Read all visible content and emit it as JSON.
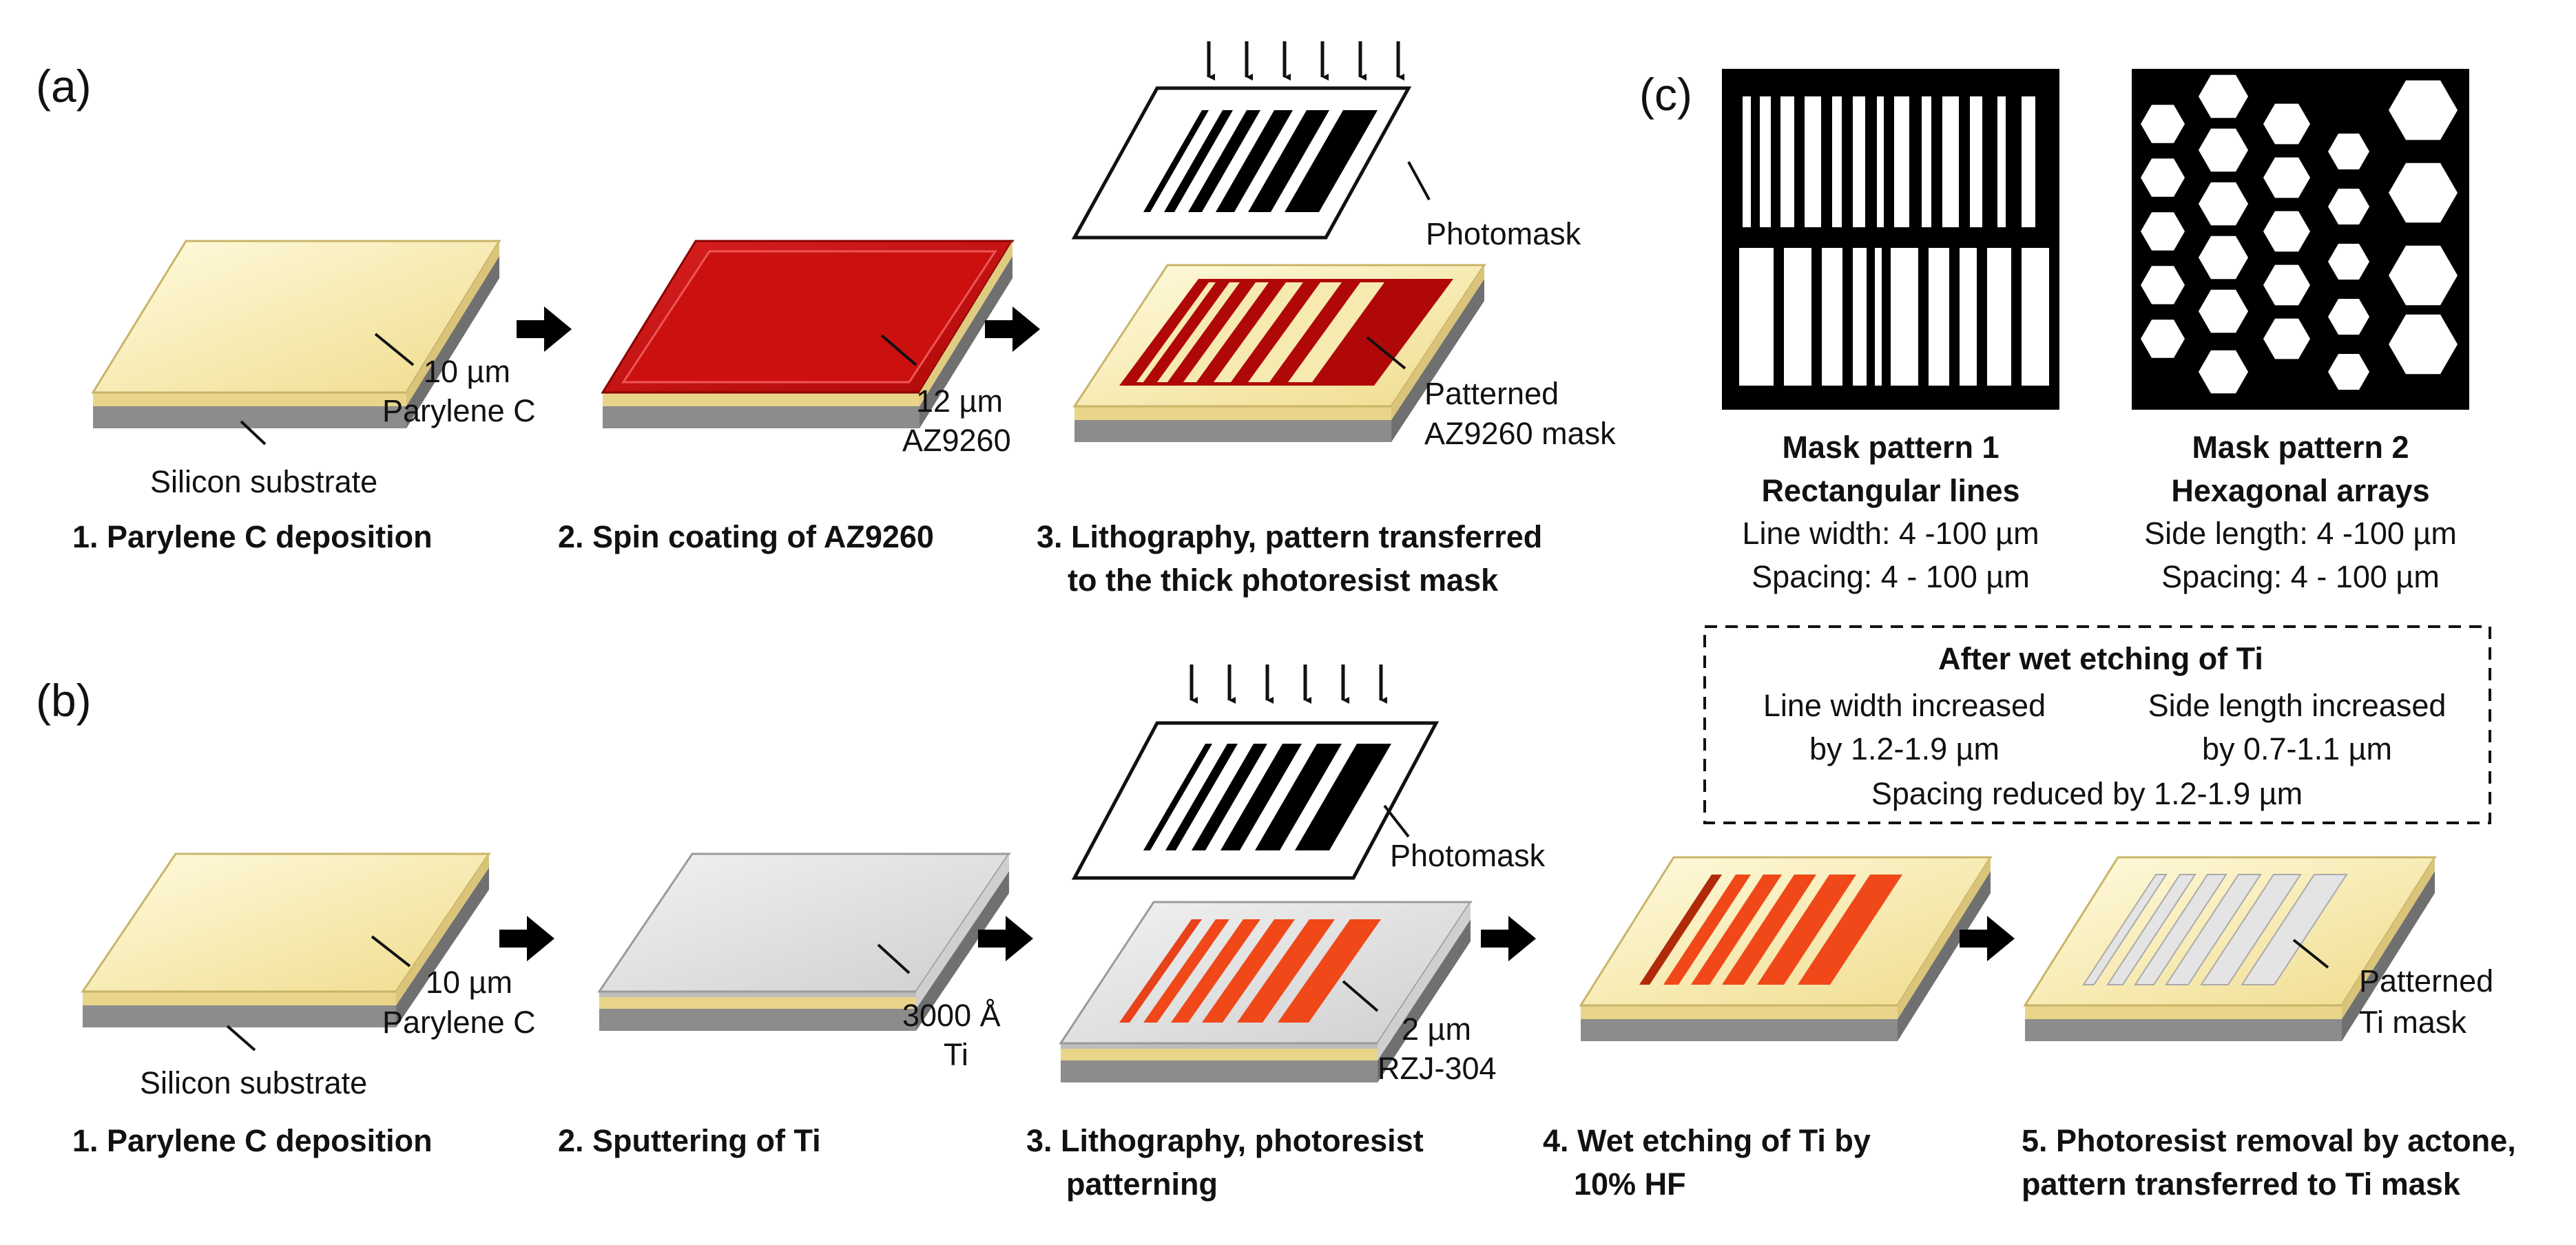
{
  "panels": {
    "a": "(a)",
    "b": "(b)",
    "c": "(c)"
  },
  "a": {
    "step1": {
      "caption": "1. Parylene C deposition",
      "layer_label": [
        "10 µm",
        "Parylene C"
      ],
      "substrate_label": "Silicon substrate"
    },
    "step2": {
      "caption": "2. Spin coating of AZ9260",
      "layer_label": [
        "12 µm",
        "AZ9260"
      ]
    },
    "step3": {
      "caption": [
        "3. Lithography, pattern transferred",
        "to the thick photoresist mask"
      ],
      "photomask_label": "Photomask",
      "mask_label": [
        "Patterned",
        "AZ9260 mask"
      ]
    }
  },
  "b": {
    "step1": {
      "caption": "1. Parylene C deposition",
      "layer_label": [
        "10 µm",
        "Parylene C"
      ],
      "substrate_label": "Silicon substrate"
    },
    "step2": {
      "caption": "2. Sputtering of Ti",
      "layer_label": [
        "3000 Å",
        "Ti"
      ]
    },
    "step3": {
      "caption": [
        "3. Lithography, photoresist",
        "patterning"
      ],
      "photomask_label": "Photomask",
      "resist_label": [
        "2 µm",
        "RZJ-304"
      ]
    },
    "step4": {
      "caption": [
        "4. Wet etching of Ti by",
        "10% HF"
      ]
    },
    "step5": {
      "caption": [
        "5. Photoresist removal by actone,",
        "pattern transferred to Ti mask"
      ],
      "mask_label": [
        "Patterned",
        "Ti mask"
      ]
    }
  },
  "c": {
    "pattern1": {
      "title": "Mask pattern 1",
      "subtitle": "Rectangular lines",
      "line1": "Line width: 4 -100 µm",
      "line2": "Spacing: 4 - 100 µm"
    },
    "pattern2": {
      "title": "Mask pattern 2",
      "subtitle": "Hexagonal arrays",
      "line1": "Side length: 4 -100 µm",
      "line2": "Spacing: 4 - 100 µm"
    },
    "etch_box": {
      "title": "After wet etching of Ti",
      "left": [
        "Line width increased",
        "by 1.2-1.9 µm"
      ],
      "right": [
        "Side length increased",
        "by 0.7-1.1 µm"
      ],
      "bottom": "Spacing reduced by 1.2-1.9 µm"
    }
  },
  "colors": {
    "parylene": "#f7eab0",
    "substrate": "#8c8c8c",
    "az9260": "#cc1010",
    "titanium": "#dedede",
    "rzj304": "#f04818",
    "photomask_bars": "#000000"
  }
}
